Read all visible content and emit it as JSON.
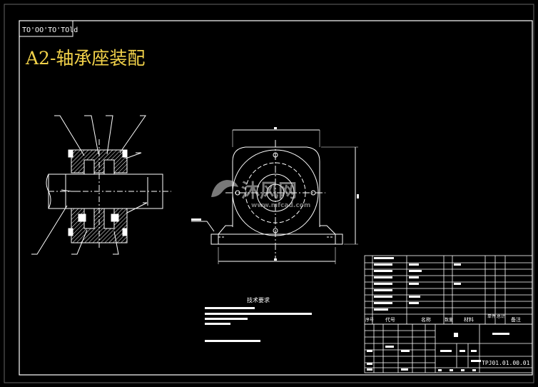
{
  "colors": {
    "background": "#000000",
    "line": "#ffffff",
    "title": "#f2d24a",
    "hatch": "#ffffff"
  },
  "corner_code": "TO'OO'TO'TOld",
  "drawing_title": "A2-轴承座装配",
  "watermark": {
    "brand": "沐风网",
    "url": "www.mfcad.com"
  },
  "technical_notes": {
    "heading": "技术要求"
  },
  "bom": {
    "headers": [
      "序号",
      "代号",
      "名称",
      "数量",
      "材料",
      "单件",
      "总计",
      "备注"
    ]
  },
  "title_block": {
    "drawing_number": "TPJ01.01.00.01"
  }
}
